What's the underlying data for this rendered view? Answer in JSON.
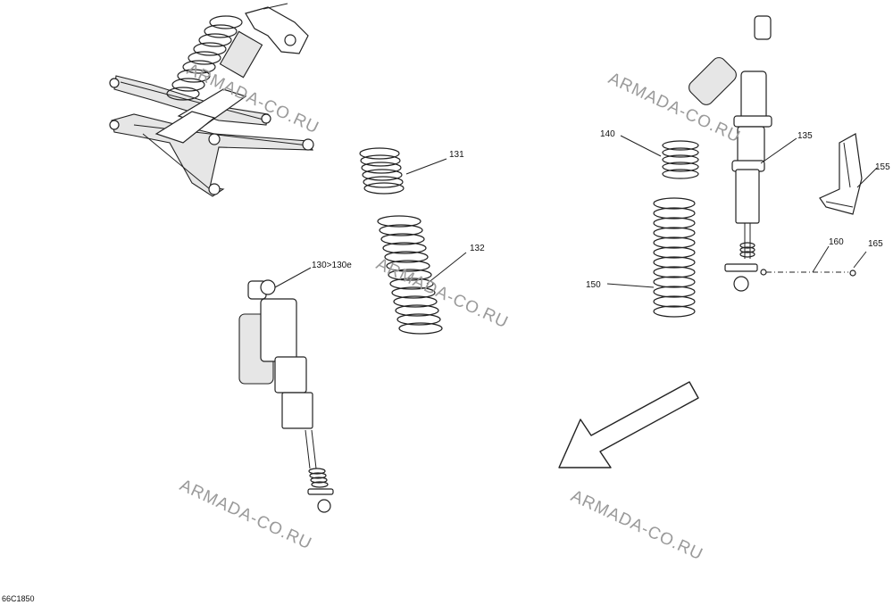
{
  "diagram": {
    "code": "66C1850",
    "watermark": "ARMADA-CO.RU",
    "callouts": {
      "c131": "131",
      "c132": "132",
      "c130": "130>130e",
      "c140": "140",
      "c135": "135",
      "c155": "155",
      "c150": "150",
      "c160": "160",
      "c165": "165"
    }
  }
}
